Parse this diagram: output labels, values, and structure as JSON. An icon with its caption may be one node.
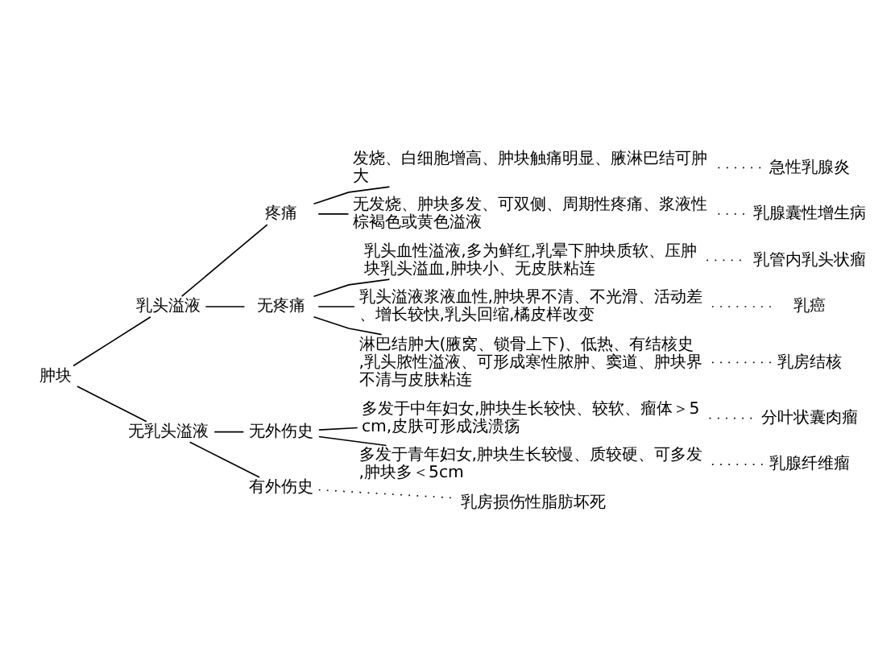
{
  "diagram": {
    "nodes": [
      {
        "text": [
          "肿块"
        ]
      },
      {
        "text": [
          "乳头溢液"
        ]
      },
      {
        "text": [
          "疼痛"
        ]
      },
      {
        "text": [
          "发烧、白细胞增高、肿块触痛明显、腋淋巴结可肿大"
        ]
      },
      {
        "text": [
          "急性乳腺炎"
        ]
      },
      {
        "text": [
          "无发烧、肿块多发、可双侧、周期性疼痛、浆液性棕褐色或黄色溢液"
        ]
      },
      {
        "text": [
          "乳腺囊性增生病"
        ]
      },
      {
        "text": [
          "无疼痛"
        ]
      },
      {
        "text": [
          "乳头血性溢液,多为鲜红,乳晕下肿块质软、压肿块乳头溢血,肿块小、无皮肤粘连"
        ]
      },
      {
        "text": [
          "乳管内乳头状瘤"
        ]
      },
      {
        "text": [
          "乳头溢液浆液血性,肿块界不清、不光滑、活动差、增长较快,乳头回缩,橘皮样改变"
        ]
      },
      {
        "text": [
          "乳癌"
        ]
      },
      {
        "text": [
          "淋巴结肿大(腋窝、锁骨上下)、低热、有结核史,乳头脓性溢液、可形成寒性脓肿、窦道、肿块界不清与皮肤粘连"
        ]
      },
      {
        "text": [
          "乳房结核"
        ]
      },
      {
        "text": [
          "无乳头溢液"
        ]
      },
      {
        "text": [
          "无外伤史"
        ]
      },
      {
        "text": [
          "多发于中年妇女,肿块生长较快、较软、瘤体＞5cm,皮肤可形成浅溃疡"
        ]
      },
      {
        "text": [
          "分叶状囊肉瘤"
        ]
      },
      {
        "text": [
          "多发于青年妇女,肿块生长较慢、质较硬、可多发,肿块多＜5cm"
        ]
      },
      {
        "text": [
          "乳腺纤维瘤"
        ]
      },
      {
        "text": [
          "有外伤史"
        ]
      },
      {
        "text": [
          "乳房损伤性脂肪坏死"
        ]
      }
    ],
    "edges": [
      {
        "from": 0,
        "to": 1,
        "arrow": "none"
      },
      {
        "from": 0,
        "to": 14,
        "arrow": "none"
      },
      {
        "from": 1,
        "to": 2,
        "arrow": "none"
      },
      {
        "from": 1,
        "to": 7,
        "arrow": "none"
      },
      {
        "from": 2,
        "to": 3,
        "arrow": "none"
      },
      {
        "from": 2,
        "to": 5,
        "arrow": "none"
      },
      {
        "from": 3,
        "to": 4,
        "arrow": "none",
        "style": "dashed"
      },
      {
        "from": 5,
        "to": 6,
        "arrow": "none",
        "style": "dashed"
      },
      {
        "from": 7,
        "to": 8,
        "arrow": "none"
      },
      {
        "from": 7,
        "to": 10,
        "arrow": "none"
      },
      {
        "from": 7,
        "to": 12,
        "arrow": "none"
      },
      {
        "from": 8,
        "to": 9,
        "arrow": "none",
        "style": "dashed"
      },
      {
        "from": 10,
        "to": 11,
        "arrow": "none",
        "style": "dashed"
      },
      {
        "from": 12,
        "to": 13,
        "arrow": "none",
        "style": "dashed"
      },
      {
        "from": 14,
        "to": 15,
        "arrow": "none"
      },
      {
        "from": 14,
        "to": 20,
        "arrow": "none"
      },
      {
        "from": 15,
        "to": 16,
        "arrow": "none"
      },
      {
        "from": 15,
        "to": 18,
        "arrow": "none"
      },
      {
        "from": 16,
        "to": 17,
        "arrow": "none",
        "style": "dashed"
      },
      {
        "from": 18,
        "to": 19,
        "arrow": "none",
        "style": "dashed"
      },
      {
        "from": 20,
        "to": 21,
        "arrow": "none",
        "style": "dashed"
      }
    ]
  }
}
